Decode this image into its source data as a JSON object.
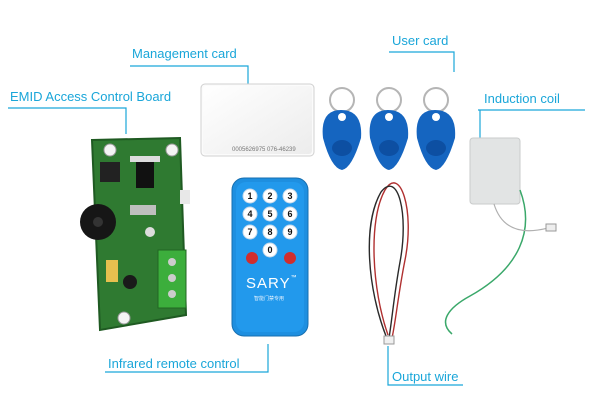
{
  "labels": {
    "management_card": "Management card",
    "user_card": "User card",
    "emid_board": "EMID Access Control Board",
    "induction_coil": "Induction coil",
    "remote": "Infrared remote control",
    "output_wire": "Output wire"
  },
  "card": {
    "number": "0005626975  076-46239"
  },
  "remote": {
    "brand": "SARY",
    "trademark": "™",
    "subtitle": "智能门禁专用",
    "keys": [
      "1",
      "2",
      "3",
      "4",
      "5",
      "6",
      "7",
      "8",
      "9",
      "0"
    ]
  },
  "colors": {
    "label": "#1aa6d9",
    "pcb": "#2e7d32",
    "remote_body": "#1e8fe0",
    "fob": "#1565c0",
    "coil_box": "#e2e4e4",
    "wire_green": "#3aa86a"
  }
}
